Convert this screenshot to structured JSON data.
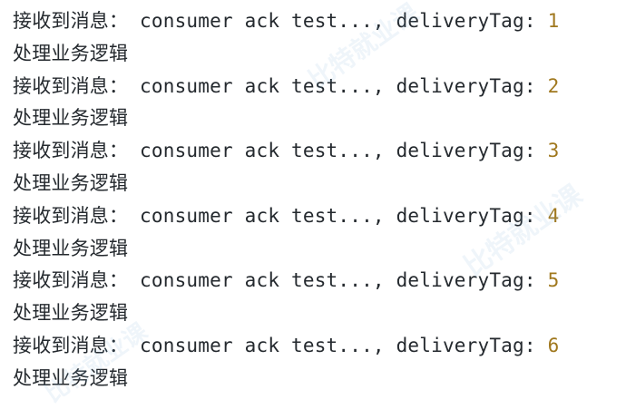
{
  "log": {
    "lines": [
      {
        "received_label": "接收到消息：",
        "message": " consumer ack test..., deliveryTag: ",
        "tag": "1",
        "process_text": "处理业务逻辑"
      },
      {
        "received_label": "接收到消息：",
        "message": " consumer ack test..., deliveryTag: ",
        "tag": "2",
        "process_text": "处理业务逻辑"
      },
      {
        "received_label": "接收到消息：",
        "message": " consumer ack test..., deliveryTag: ",
        "tag": "3",
        "process_text": "处理业务逻辑"
      },
      {
        "received_label": "接收到消息：",
        "message": " consumer ack test..., deliveryTag: ",
        "tag": "4",
        "process_text": "处理业务逻辑"
      },
      {
        "received_label": "接收到消息：",
        "message": " consumer ack test..., deliveryTag: ",
        "tag": "5",
        "process_text": "处理业务逻辑"
      },
      {
        "received_label": "接收到消息：",
        "message": " consumer ack test..., deliveryTag: ",
        "tag": "6",
        "process_text": "处理业务逻辑"
      }
    ]
  },
  "watermark": {
    "text": "比特就业课",
    "color": "#78aad2"
  }
}
